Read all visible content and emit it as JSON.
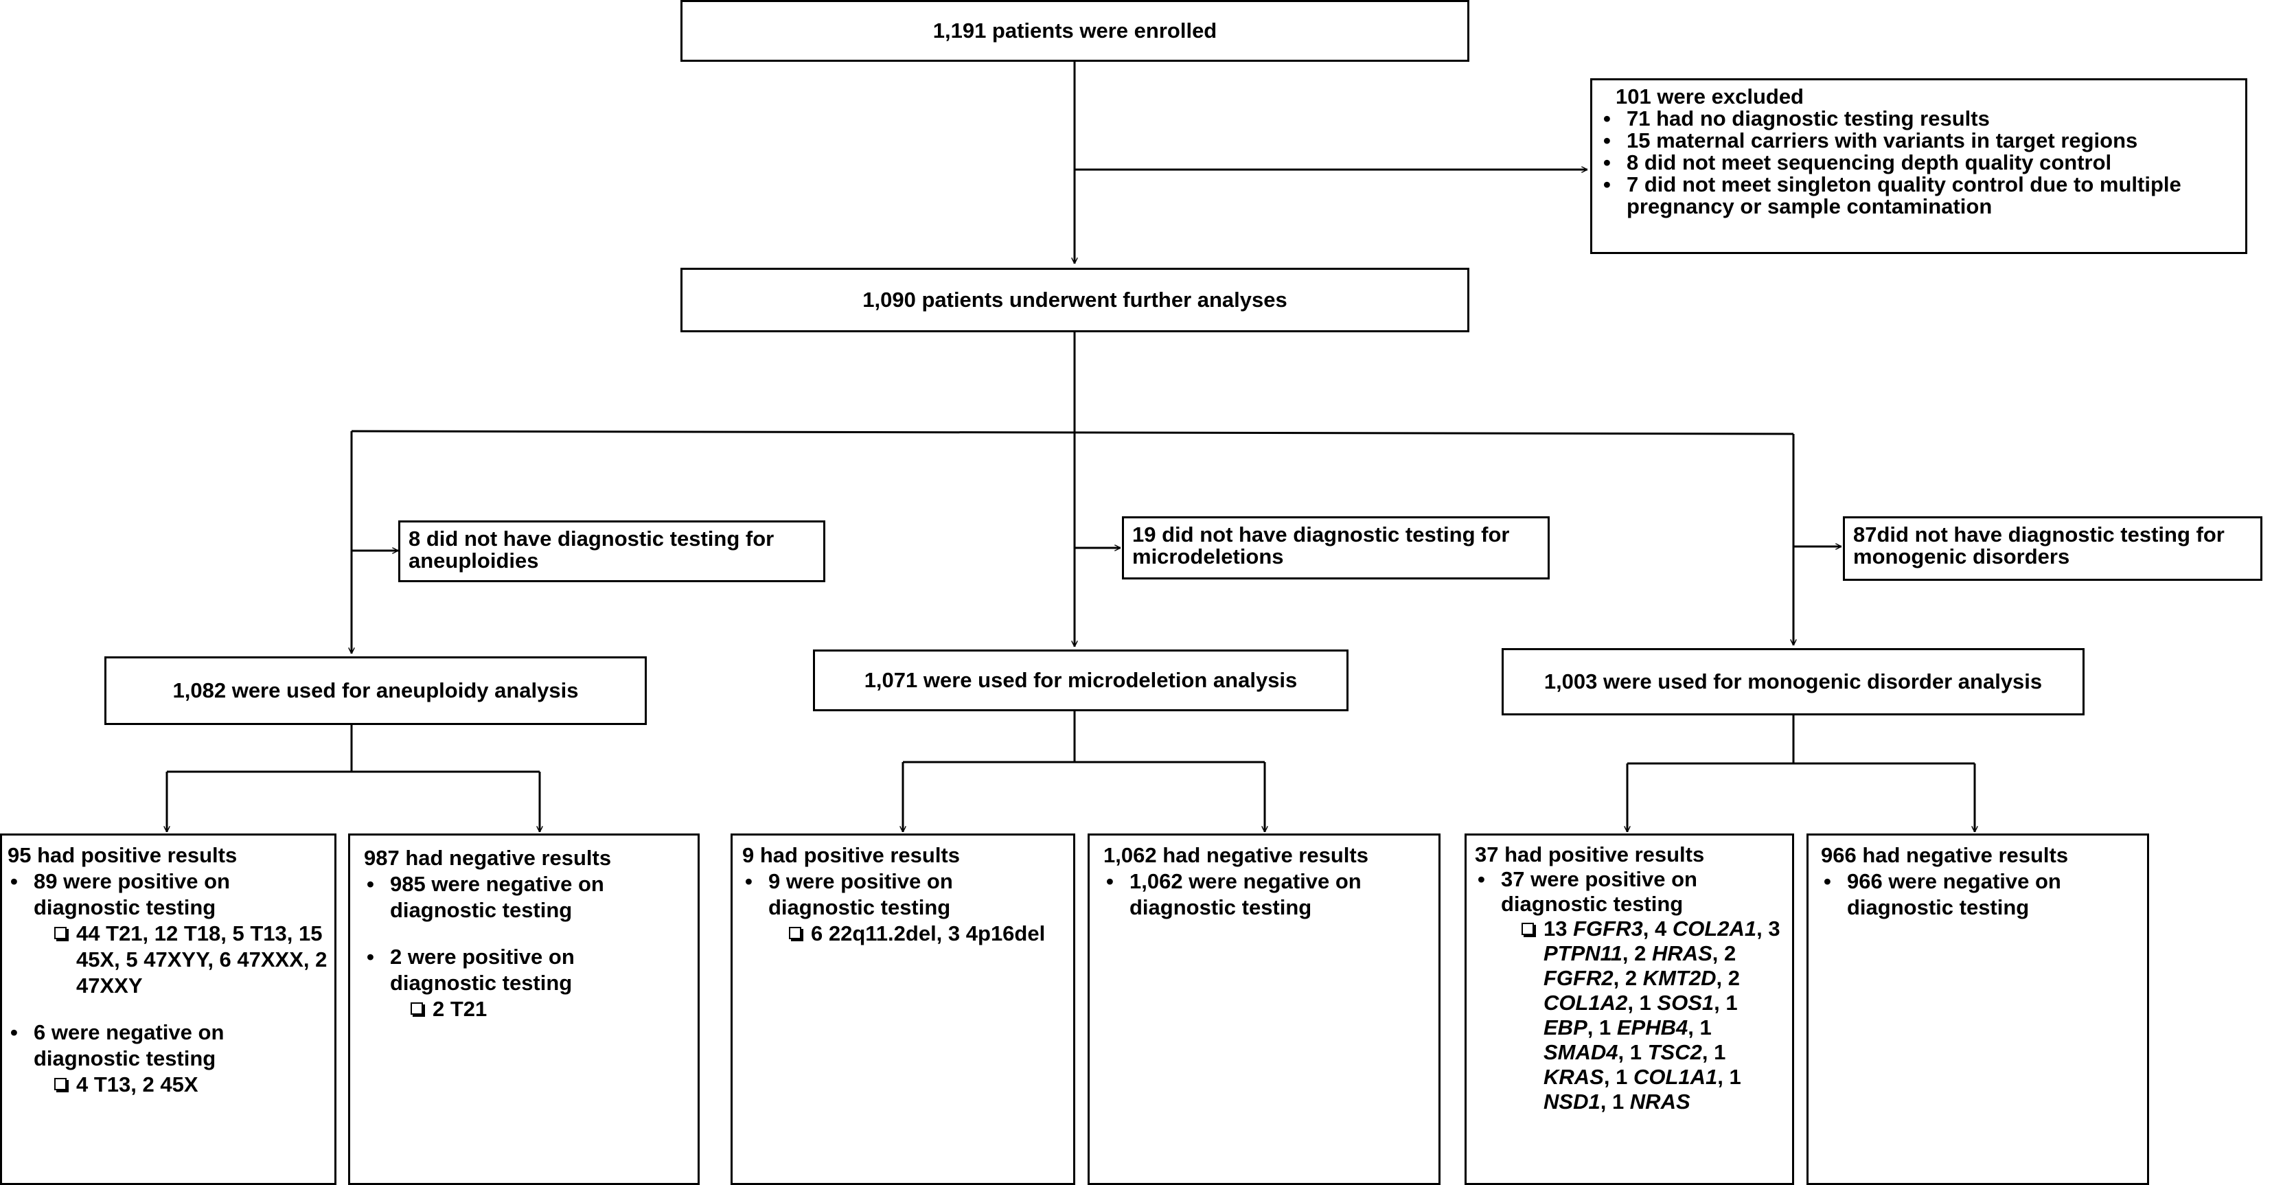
{
  "enrolled": "1,191 patients were enrolled",
  "excluded": {
    "title": "101 were excluded",
    "items": [
      "71 had no diagnostic testing results",
      "15 maternal carriers with variants in target regions",
      "8 did not meet sequencing depth quality control",
      "7 did not meet singleton quality control due to multiple pregnancy or sample contamination"
    ]
  },
  "further": "1,090 patients underwent further analyses",
  "aneuploidy": {
    "excluded": "8 did not have diagnostic testing for aneuploidies",
    "used": "1,082 were used for aneuploidy analysis",
    "positive": {
      "title": "95 had positive results",
      "b1": "89 were positive on diagnostic testing",
      "b1_detail": "44 T21, 12 T18, 5 T13, 15 45X, 5 47XYY, 6 47XXX, 2 47XXY",
      "b2": "6 were negative on diagnostic testing",
      "b2_detail": "4 T13, 2 45X"
    },
    "negative": {
      "title": "987 had negative results",
      "b1": "985 were negative on diagnostic testing",
      "b2": "2 were positive on diagnostic testing",
      "b2_detail": "2 T21"
    }
  },
  "microdeletion": {
    "excluded": "19 did not have diagnostic testing for microdeletions",
    "used": "1,071 were used for microdeletion analysis",
    "positive": {
      "title": "9 had positive results",
      "b1": "9 were positive on diagnostic testing",
      "b1_detail": "6 22q11.2del, 3 4p16del"
    },
    "negative": {
      "title": "1,062 had negative results",
      "b1": "1,062 were negative on diagnostic testing"
    }
  },
  "monogenic": {
    "excluded": "87did not have diagnostic testing for monogenic disorders",
    "used": "1,003 were used for monogenic disorder analysis",
    "positive": {
      "title": "37 had positive results",
      "b1": "37 were positive on diagnostic testing",
      "genes": [
        {
          "n": "13",
          "gene": "FGFR3"
        },
        {
          "n": "4",
          "gene": "COL2A1"
        },
        {
          "n": "3",
          "gene": "PTPN11"
        },
        {
          "n": "2",
          "gene": "HRAS"
        },
        {
          "n": "2",
          "gene": "FGFR2"
        },
        {
          "n": "2",
          "gene": "KMT2D"
        },
        {
          "n": "2",
          "gene": "COL1A2"
        },
        {
          "n": "1",
          "gene": "SOS1"
        },
        {
          "n": "1",
          "gene": "EBP"
        },
        {
          "n": "1",
          "gene": "EPHB4"
        },
        {
          "n": "1",
          "gene": "SMAD4"
        },
        {
          "n": "1",
          "gene": "TSC2"
        },
        {
          "n": "1",
          "gene": "KRAS"
        },
        {
          "n": "1",
          "gene": "COL1A1"
        },
        {
          "n": "1",
          "gene": "NSD1"
        },
        {
          "n": "1",
          "gene": "NRAS"
        }
      ]
    },
    "negative": {
      "title": "966 had negative results",
      "b1": "966 were negative on diagnostic testing"
    }
  }
}
